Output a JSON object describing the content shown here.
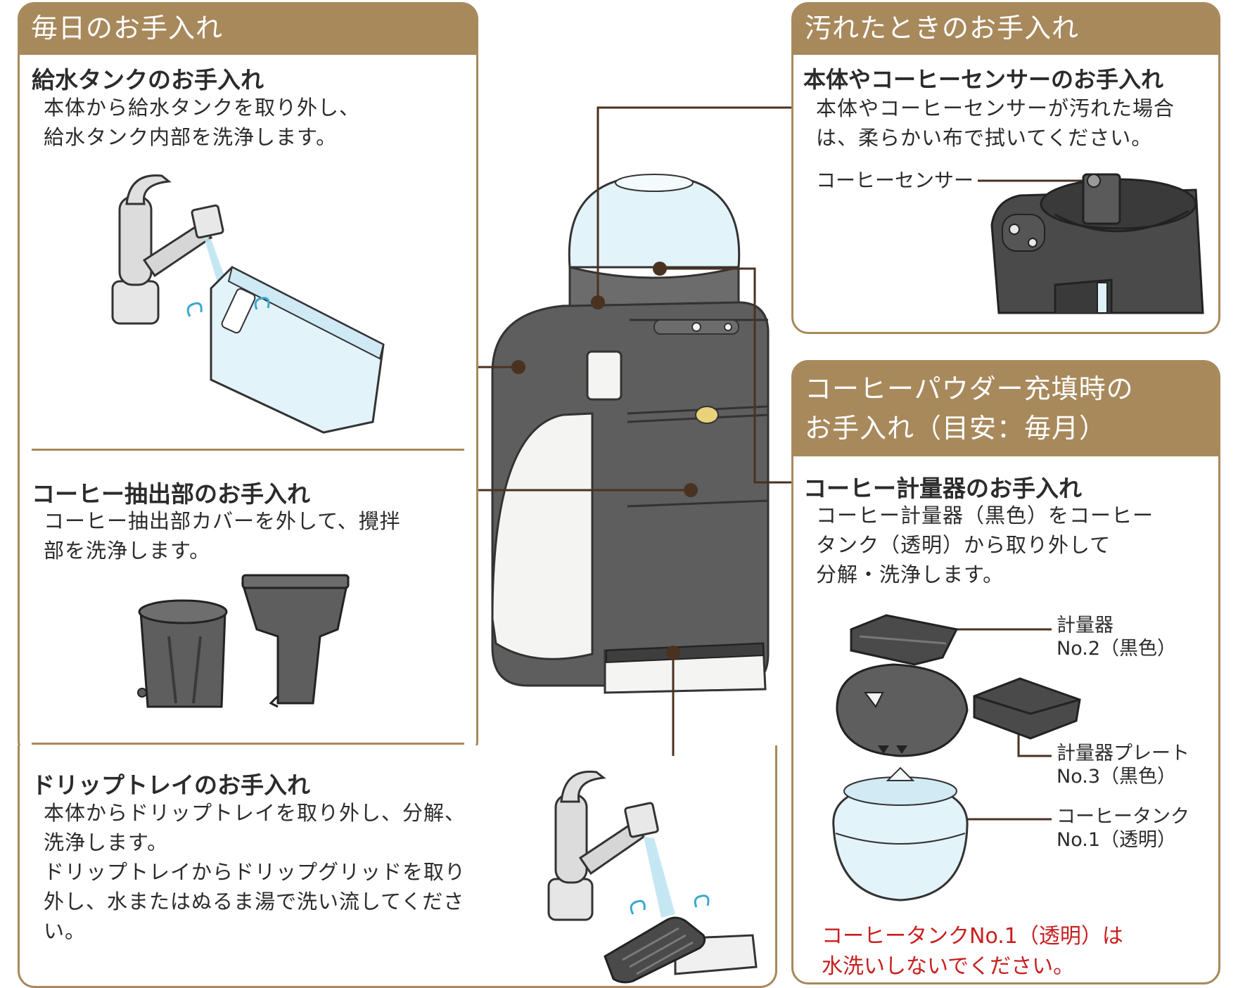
{
  "colors": {
    "accent": "#a8895c",
    "header_text": "#ffffff",
    "leader_line": "#4a3220",
    "machine_body": "#5e5e5e",
    "water_blue": "#bfe4f2",
    "warning": "#c81e1e"
  },
  "daily": {
    "header": "毎日のお手入れ",
    "tank": {
      "title": "給水タンクのお手入れ",
      "body": "本体から給水タンクを取り外し、\n給水タンク内部を洗浄します。"
    },
    "extract": {
      "title": "コーヒー抽出部のお手入れ",
      "body": "コーヒー抽出部カバーを外して、攪拌\n部を洗浄します。"
    },
    "drip": {
      "title": "ドリップトレイのお手入れ",
      "body": "本体からドリップトレイを取り外し、分解、\n洗浄します。\nドリップトレイからドリップグリッドを取り\n外し、水またはぬるま湯で洗い流してくださ\nい。"
    }
  },
  "dirty": {
    "header": "汚れたときのお手入れ",
    "title": "本体やコーヒーセンサーのお手入れ",
    "body": "本体やコーヒーセンサーが汚れた場合\nは、柔らかい布で拭いてください。",
    "sensor_label": "コーヒーセンサー"
  },
  "powder": {
    "header": "コーヒーパウダー充填時の\nお手入れ（目安：毎月）",
    "title": "コーヒー計量器のお手入れ",
    "body": "コーヒー計量器（黒色）をコーヒー\nタンク（透明）から取り外して\n分解・洗浄します。",
    "callouts": [
      "計量器\nNo.2（黒色）",
      "計量器プレート\nNo.3（黒色）",
      "コーヒータンク\nNo.1（透明）"
    ],
    "warning": "コーヒータンクNo.1（透明）は\n水洗いしないでください。"
  }
}
